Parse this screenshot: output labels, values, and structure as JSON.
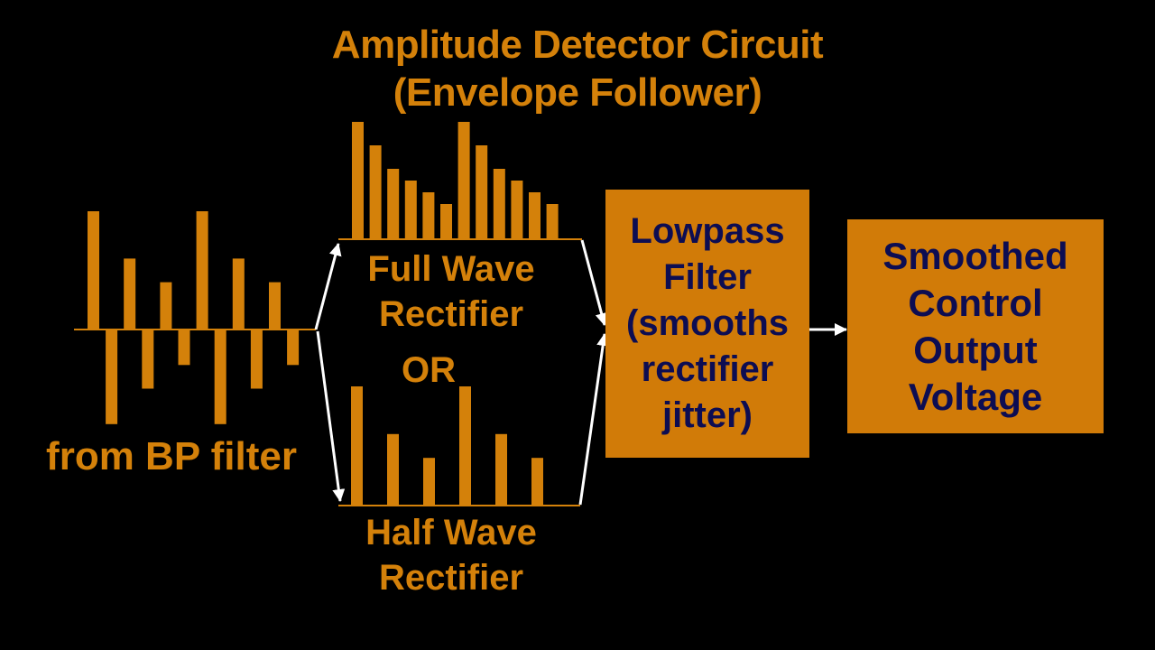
{
  "title": {
    "line1": "Amplitude Detector Circuit",
    "line2": "(Envelope Follower)"
  },
  "input": {
    "label": "from BP filter",
    "bars": [
      1.0,
      -0.8,
      0.6,
      -0.5,
      0.4,
      -0.3,
      1.0,
      -0.8,
      0.6,
      -0.5,
      0.4,
      -0.3
    ]
  },
  "full_wave": {
    "label_line1": "Full Wave",
    "label_line2": "Rectifier",
    "bars": [
      1.0,
      0.8,
      0.6,
      0.5,
      0.4,
      0.3,
      1.0,
      0.8,
      0.6,
      0.5,
      0.4,
      0.3
    ]
  },
  "or_label": "OR",
  "half_wave": {
    "label_line1": "Half Wave",
    "label_line2": "Rectifier",
    "bars": [
      1.0,
      0.6,
      0.4,
      1.0,
      0.6,
      0.4
    ]
  },
  "lowpass": {
    "lines": [
      "Lowpass",
      "Filter",
      "(smooths",
      "rectifier",
      "jitter)"
    ]
  },
  "output": {
    "lines": [
      "Smoothed",
      "Control",
      "Output",
      "Voltage"
    ]
  },
  "colors": {
    "background": "#000000",
    "accent_orange": "#d4810a",
    "box_fill": "#d17b08",
    "box_text": "#0d0d52",
    "arrow": "#ffffff"
  }
}
